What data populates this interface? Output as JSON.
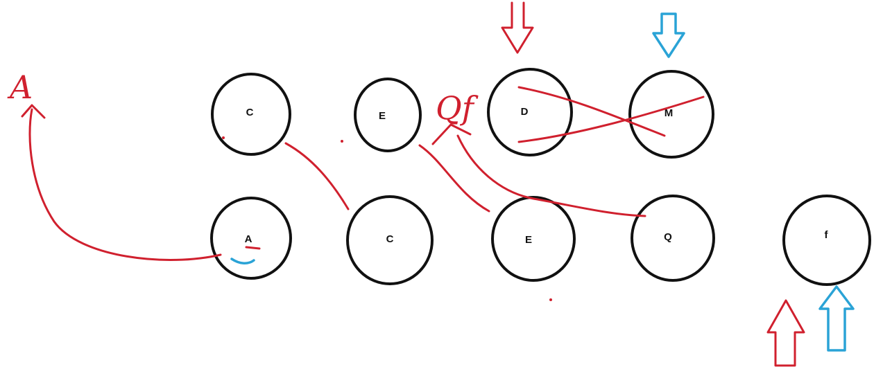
{
  "colors": {
    "red_ink": "#d0202e",
    "blue_ink": "#2aa3d6",
    "node_stroke": "#111111"
  },
  "nodes": {
    "top": [
      "C",
      "E",
      "D",
      "M"
    ],
    "bottom": [
      "A",
      "C",
      "E",
      "Q",
      "f"
    ]
  },
  "annotations": {
    "handwritten_a": "A",
    "handwritten_qf": "Qf"
  },
  "icons": {
    "red_down_arrow": "arrow-down-icon",
    "blue_down_arrow": "arrow-down-icon",
    "red_up_arrow": "arrow-up-icon",
    "blue_up_arrow": "arrow-up-icon"
  }
}
